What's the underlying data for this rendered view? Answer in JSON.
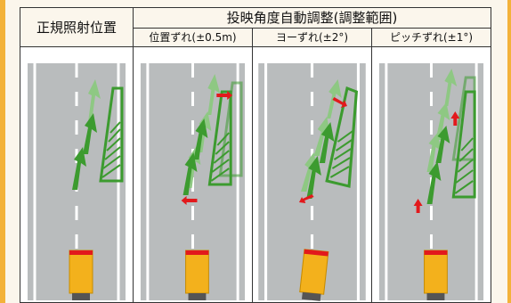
{
  "header": {
    "normal_position": "正規照射位置",
    "adjustment_title": "投映角度自動調整(調整範囲)",
    "columns": [
      "位置ずれ(±0.5m)",
      "ヨーずれ(±2°)",
      "ピッチずれ(±1°)"
    ]
  },
  "colors": {
    "road": "#b9bcbd",
    "lane_mark": "#ffffff",
    "arrow_dark": "#3c9b2f",
    "arrow_light": "#8ec883",
    "hatch": "#3c9b2f",
    "red_indicator": "#e2191c",
    "truck_body": "#f3b11c",
    "truck_stripe": "#e2191c",
    "page_edge": "#f3b23a"
  },
  "icons": [
    "arrow-up-icon",
    "hatched-wedge-icon",
    "truck-icon",
    "red-arrow-icon"
  ]
}
